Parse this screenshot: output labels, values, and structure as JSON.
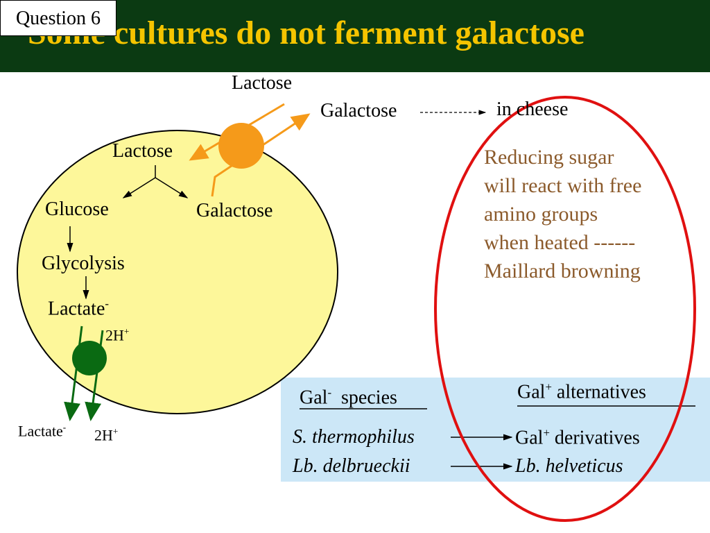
{
  "title": "Some cultures do not ferment galactose",
  "question_label": "Question 6",
  "outside": {
    "lactose": "Lactose",
    "galactose": "Galactose",
    "in_cheese": "in cheese"
  },
  "cell": {
    "lactose": "Lactose",
    "glucose": "Glucose",
    "galactose": "Galactose",
    "glycolysis": "Glycolysis",
    "lactate": "Lactate",
    "lactate_sup": "-",
    "proton": "2H",
    "proton_sup": "+"
  },
  "export": {
    "lactate": "Lactate",
    "lactate_sup": "-",
    "proton": "2H",
    "proton_sup": "+"
  },
  "note_lines": [
    "Reducing sugar",
    "will react with free",
    "amino groups",
    "when heated ------",
    "Maillard browning"
  ],
  "panel": {
    "gal_minus_prefix": "Gal",
    "gal_minus_sup": "-",
    "gal_minus_suffix": "species",
    "gal_plus_prefix": "Gal",
    "gal_plus_sup": "+",
    "gal_plus_suffix": "alternatives",
    "rows": [
      {
        "species": "S. thermophilus",
        "alternative_prefix": "Gal",
        "alternative_sup": "+",
        "alternative_suffix": "derivatives"
      },
      {
        "species": "Lb. delbrueckii",
        "alternative": "Lb. helveticus"
      }
    ]
  },
  "colors": {
    "title_bg": "#0b3a12",
    "title_text": "#f5c400",
    "cell_fill": "#fdf79a",
    "transporter_lactose": "#f59a1a",
    "transporter_lactate": "#0a6a12",
    "highlight_oval": "#e01010",
    "note_text": "#8b5a2b",
    "panel_bg": "#cce7f7"
  }
}
